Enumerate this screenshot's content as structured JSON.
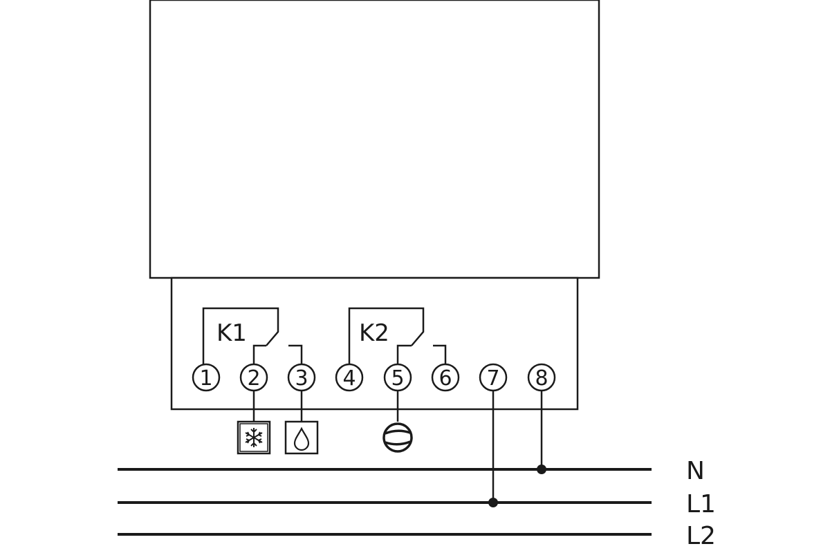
{
  "relays": [
    {
      "label": "K1"
    },
    {
      "label": "K2"
    }
  ],
  "terminals": [
    "1",
    "2",
    "3",
    "4",
    "5",
    "6",
    "7",
    "8"
  ],
  "bus_lines": [
    "N",
    "L1",
    "L2"
  ],
  "loads": {
    "terminal_2": "snowflake-icon",
    "terminal_3": "water-drop-icon",
    "terminal_5": "fan-icon"
  }
}
